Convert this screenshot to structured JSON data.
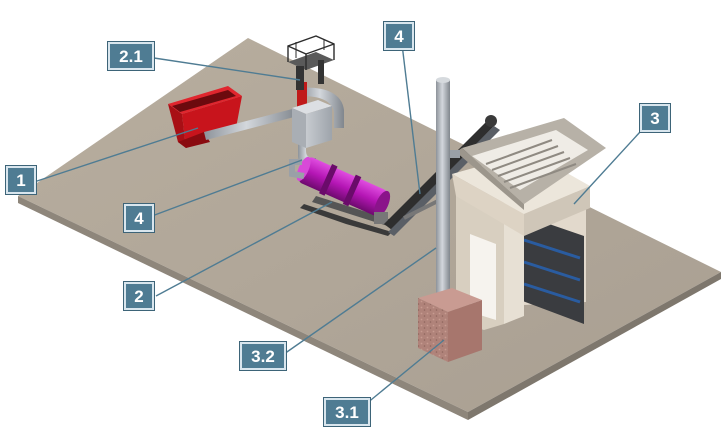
{
  "callouts": {
    "c1": "1",
    "c2": "2",
    "c2_1": "2.1",
    "c3": "3",
    "c3_1": "3.1",
    "c3_2": "3.2",
    "c4_top": "4",
    "c4_bottom": "4"
  },
  "colors": {
    "floor": "#b3a99b",
    "callout_fill": "#4f7c93",
    "leader_line": "#4f7c93",
    "hopper_red": "#c8141c",
    "dryer_drum": "#c41cc4",
    "furnace_body": "#ddd3c4",
    "stack_base": "#b2817a",
    "pipe": "#b8bdc4",
    "platform": "#444444"
  }
}
